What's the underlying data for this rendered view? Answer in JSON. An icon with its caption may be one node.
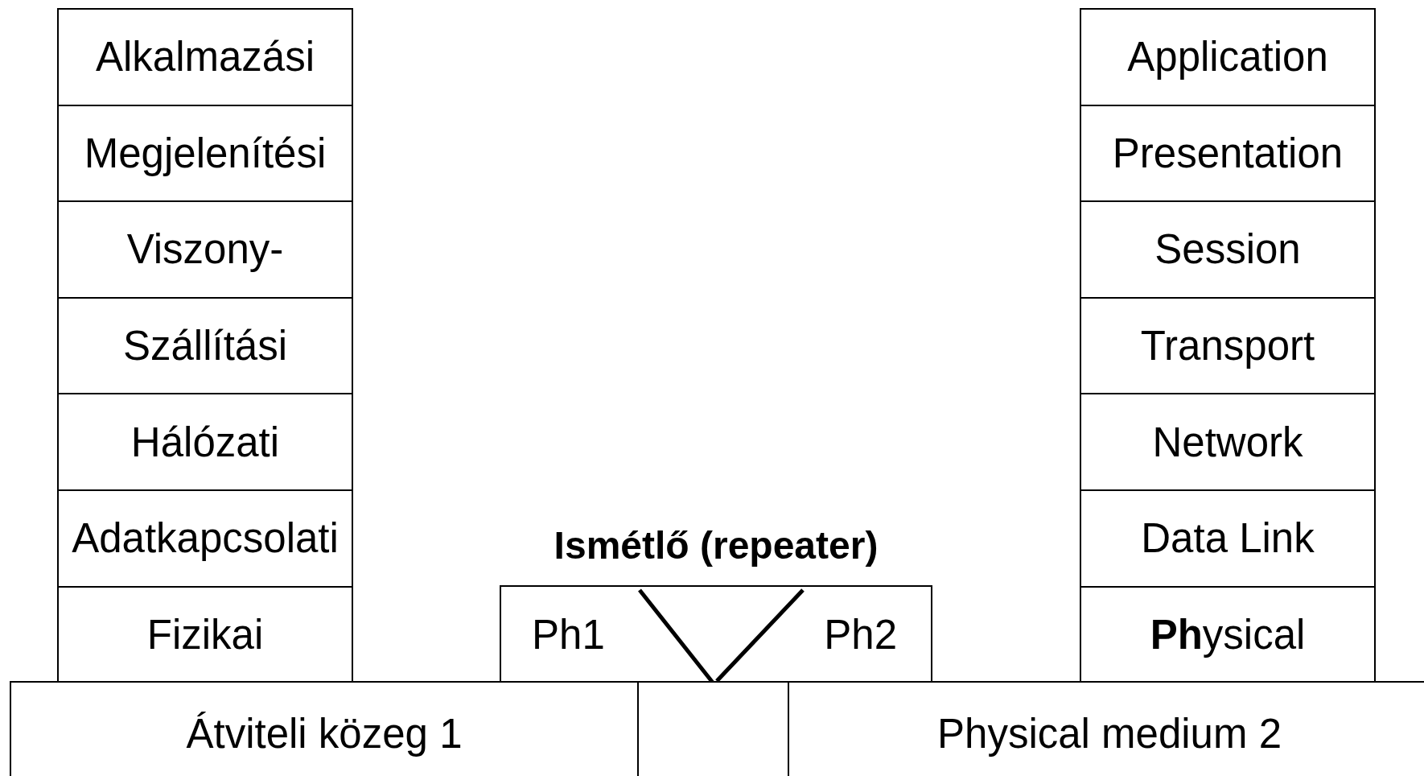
{
  "diagram": {
    "nodes": [
      {
        "text": [
          "Alkalmazási"
        ]
      },
      {
        "text": [
          "Megjelenítési"
        ]
      },
      {
        "text": [
          "Viszony-"
        ]
      },
      {
        "text": [
          "Szállítási"
        ]
      },
      {
        "text": [
          "Hálózati"
        ]
      },
      {
        "text": [
          "Adatkapcsolati"
        ]
      },
      {
        "text": [
          "Fizikai"
        ]
      },
      {
        "text": [
          "Application"
        ]
      },
      {
        "text": [
          "Presentation"
        ]
      },
      {
        "text": [
          "Session"
        ]
      },
      {
        "text": [
          "Transport"
        ]
      },
      {
        "text": [
          "Network"
        ]
      },
      {
        "text": [
          "Data Link"
        ]
      },
      {
        "text": [
          "**Ph**ysical"
        ]
      },
      {
        "text": [
          "Ismétlő (repeater)",
          "Ph1",
          "Ph2"
        ]
      },
      {
        "text": [
          "Átviteli közeg 1"
        ]
      },
      {
        "text": [],
        "shape": "box"
      },
      {
        "text": [
          "Physical medium 2"
        ]
      }
    ]
  }
}
